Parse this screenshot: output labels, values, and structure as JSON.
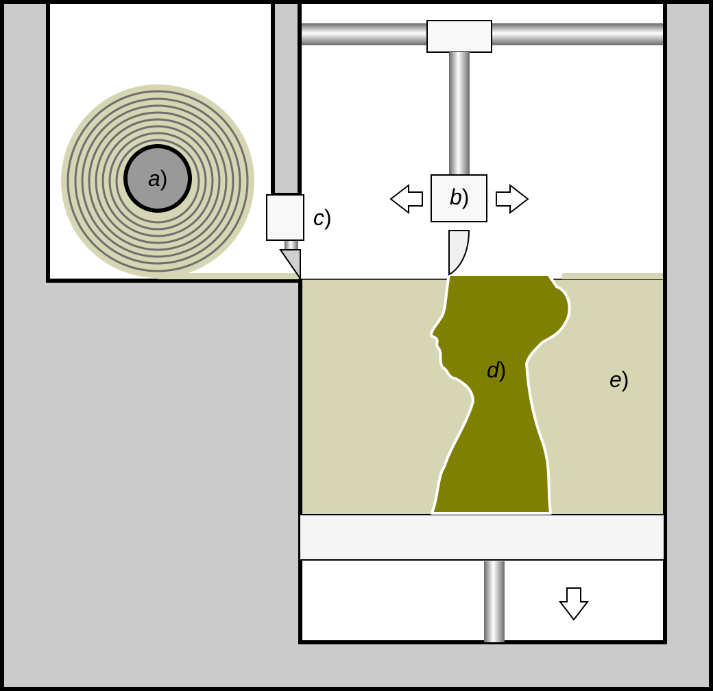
{
  "labels": {
    "a": "a",
    "b": "b",
    "c": "c",
    "d": "d",
    "e": "e",
    "paren": ")"
  },
  "colors": {
    "frame": "#cbcbcb",
    "outline": "#000000",
    "powder": "#d6d6b4",
    "part": "#808000",
    "platform": "#f5f5f5",
    "rod_dark": "#6a6a6a",
    "rod_light": "#ffffff",
    "spool_core": "#999999",
    "spool_ring": "#6e6e6e"
  },
  "icons": {
    "spool": "roll-icon",
    "left_arrow": "arrow-left-icon",
    "right_arrow": "arrow-right-icon",
    "down_arrow": "arrow-down-icon"
  }
}
